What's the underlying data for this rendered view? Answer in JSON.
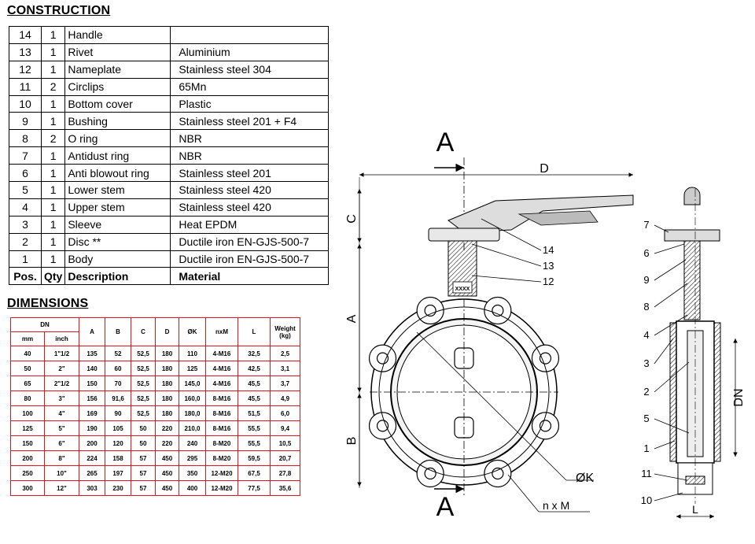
{
  "construction": {
    "title": "CONSTRUCTION",
    "rows": [
      {
        "pos": "14",
        "qty": "1",
        "description": "Handle",
        "material": ""
      },
      {
        "pos": "13",
        "qty": "1",
        "description": "Rivet",
        "material": "Aluminium"
      },
      {
        "pos": "12",
        "qty": "1",
        "description": "Nameplate",
        "material": "Stainless steel 304"
      },
      {
        "pos": "11",
        "qty": "2",
        "description": "Circlips",
        "material": "65Mn"
      },
      {
        "pos": "10",
        "qty": "1",
        "description": "Bottom cover",
        "material": "Plastic"
      },
      {
        "pos": "9",
        "qty": "1",
        "description": "Bushing",
        "material": "Stainless steel 201 + F4"
      },
      {
        "pos": "8",
        "qty": "2",
        "description": "O ring",
        "material": "NBR"
      },
      {
        "pos": "7",
        "qty": "1",
        "description": "Antidust ring",
        "material": "NBR"
      },
      {
        "pos": "6",
        "qty": "1",
        "description": "Anti blowout ring",
        "material": "Stainless steel 201"
      },
      {
        "pos": "5",
        "qty": "1",
        "description": "Lower stem",
        "material": "Stainless steel 420"
      },
      {
        "pos": "4",
        "qty": "1",
        "description": "Upper stem",
        "material": "Stainless steel 420"
      },
      {
        "pos": "3",
        "qty": "1",
        "description": "Sleeve",
        "material": "Heat EPDM"
      },
      {
        "pos": "2",
        "qty": "1",
        "description": "Disc **",
        "material": "Ductile iron EN-GJS-500-7"
      },
      {
        "pos": "1",
        "qty": "1",
        "description": "Body",
        "material": "Ductile iron EN-GJS-500-7"
      }
    ],
    "header": {
      "pos": "Pos.",
      "qty": "Qty",
      "description": "Description",
      "material": "Material"
    }
  },
  "dimensions": {
    "title": "DIMENSIONS",
    "header": {
      "dn": "DN",
      "mm": "mm",
      "inch": "inch",
      "a": "A",
      "b": "B",
      "c": "C",
      "d": "D",
      "k": "ØK",
      "nxm": "nxM",
      "l": "L",
      "weight": "Weight (kg)"
    },
    "rows": [
      [
        "40",
        "1\"1/2",
        "135",
        "52",
        "52,5",
        "180",
        "110",
        "4-M16",
        "32,5",
        "2,5"
      ],
      [
        "50",
        "2\"",
        "140",
        "60",
        "52,5",
        "180",
        "125",
        "4-M16",
        "42,5",
        "3,1"
      ],
      [
        "65",
        "2\"1/2",
        "150",
        "70",
        "52,5",
        "180",
        "145,0",
        "4-M16",
        "45,5",
        "3,7"
      ],
      [
        "80",
        "3\"",
        "156",
        "91,6",
        "52,5",
        "180",
        "160,0",
        "8-M16",
        "45,5",
        "4,9"
      ],
      [
        "100",
        "4\"",
        "169",
        "90",
        "52,5",
        "180",
        "180,0",
        "8-M16",
        "51,5",
        "6,0"
      ],
      [
        "125",
        "5\"",
        "190",
        "105",
        "50",
        "220",
        "210,0",
        "8-M16",
        "55,5",
        "9,4"
      ],
      [
        "150",
        "6\"",
        "200",
        "120",
        "50",
        "220",
        "240",
        "8-M20",
        "55,5",
        "10,5"
      ],
      [
        "200",
        "8\"",
        "224",
        "158",
        "57",
        "450",
        "295",
        "8-M20",
        "59,5",
        "20,7"
      ],
      [
        "250",
        "10\"",
        "265",
        "197",
        "57",
        "450",
        "350",
        "12-M20",
        "67,5",
        "27,8"
      ],
      [
        "300",
        "12\"",
        "303",
        "230",
        "57",
        "450",
        "400",
        "12-M20",
        "77,5",
        "35,6"
      ]
    ]
  },
  "drawing": {
    "section_top": "A",
    "section_bottom": "A",
    "dim_d": "D",
    "dim_c": "C",
    "dim_a": "A",
    "dim_b": "B",
    "dim_k": "ØK",
    "dim_nxm": "n x M",
    "dim_dn": "DN",
    "dim_l": "L",
    "callouts_front": [
      "14",
      "13",
      "12"
    ],
    "callouts_side": [
      "7",
      "6",
      "9",
      "8",
      "4",
      "3",
      "2",
      "5",
      "1",
      "11",
      "10"
    ],
    "nameplate_text": "XXXX"
  }
}
